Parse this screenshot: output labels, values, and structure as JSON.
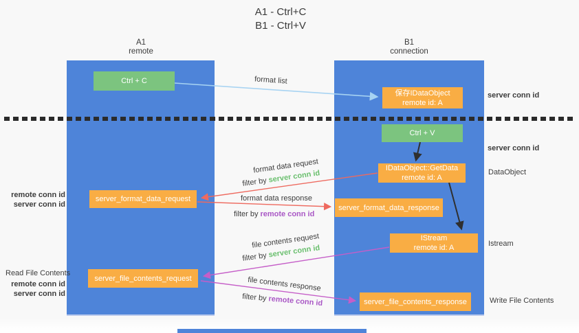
{
  "title": {
    "line1": "A1 - Ctrl+C",
    "line2": "B1 - Ctrl+V"
  },
  "lanes": {
    "a1": {
      "name": "A1",
      "subtitle": "remote"
    },
    "b1": {
      "name": "B1",
      "subtitle": "connection"
    }
  },
  "nodes": {
    "ctrl_c": {
      "label": "Ctrl + C"
    },
    "save_idataobject": {
      "line1": "保存IDataObject",
      "line2": "remote id: A"
    },
    "ctrl_v": {
      "label": "Ctrl + V"
    },
    "getdata": {
      "line1": "IDataObject::GetData",
      "line2": "remote id: A"
    },
    "server_format_data_request": {
      "label": "server_format_data_request"
    },
    "server_format_data_response": {
      "label": "server_format_data_response"
    },
    "istream": {
      "line1": "IStream",
      "line2": "remote id: A"
    },
    "server_file_contents_request": {
      "label": "server_file_contents_request"
    },
    "server_file_contents_response": {
      "label": "server_file_contents_response"
    }
  },
  "arrow_labels": {
    "format_list": "format list",
    "format_data_request": "format data request",
    "format_data_response": "format data response",
    "file_contents_request": "file contents request",
    "file_contents_response": "file contents response",
    "filter_by": "filter by",
    "server_conn_id": "server conn id",
    "remote_conn_id": "remote conn id"
  },
  "side_labels": {
    "server_conn_id_right_top": "server conn id",
    "server_conn_id_right_mid": "server conn id",
    "dataobject": "DataObject",
    "istream": "Istream",
    "write_file_contents": "Write File Contents",
    "read_file_contents": "Read File Contents",
    "remote_conn_id_left_top": "remote conn id",
    "server_conn_id_left_top": "server conn id",
    "remote_conn_id_left_bottom": "remote conn id",
    "server_conn_id_left_bottom": "server conn id"
  },
  "colors": {
    "lane_blue": "#4e84d9",
    "node_green": "#7cc47f",
    "node_orange": "#f9ad44",
    "arrow_blue": "#a7d3f2",
    "arrow_red": "#ee6a5f",
    "arrow_magenta": "#c55ec8",
    "arrow_black": "#2f2f2f",
    "text_green": "#6abf6e",
    "text_purple": "#a957c5",
    "text_dark": "#3d3d3d",
    "background": "#f8f8f8"
  }
}
